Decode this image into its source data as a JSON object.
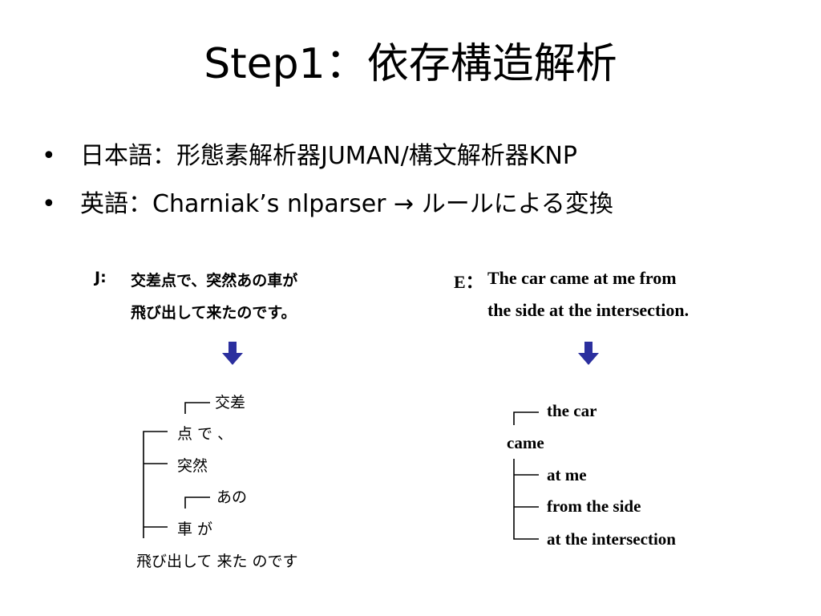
{
  "slide": {
    "title": "Step1：依存構造解析",
    "bullets": [
      "日本語：形態素解析器JUMAN/構文解析器KNP",
      "英語：Charniak’s nlparser → ルールによる変換"
    ],
    "bullet_symbol": "•"
  },
  "japanese": {
    "label": "J:",
    "line1": "交差点で、突然あの車が",
    "line2": "飛び出して来たのです。",
    "tree": {
      "kousa": "交差",
      "ten_de": "点 で 、",
      "totsuzen": "突然",
      "ano": "あの",
      "kuruma_ga": "車 が",
      "root": "飛び出して 来た のです"
    }
  },
  "english": {
    "label": "E：",
    "line1": "The car came at me from",
    "line2": "the side at the intersection.",
    "tree": {
      "the_car": "the car",
      "root": "came",
      "at_me": "at me",
      "from_the_side": "from the side",
      "at_the_intersection": "at the intersection"
    }
  },
  "colors": {
    "arrow": "#2b2f9e",
    "text": "#000000",
    "background": "#ffffff"
  }
}
